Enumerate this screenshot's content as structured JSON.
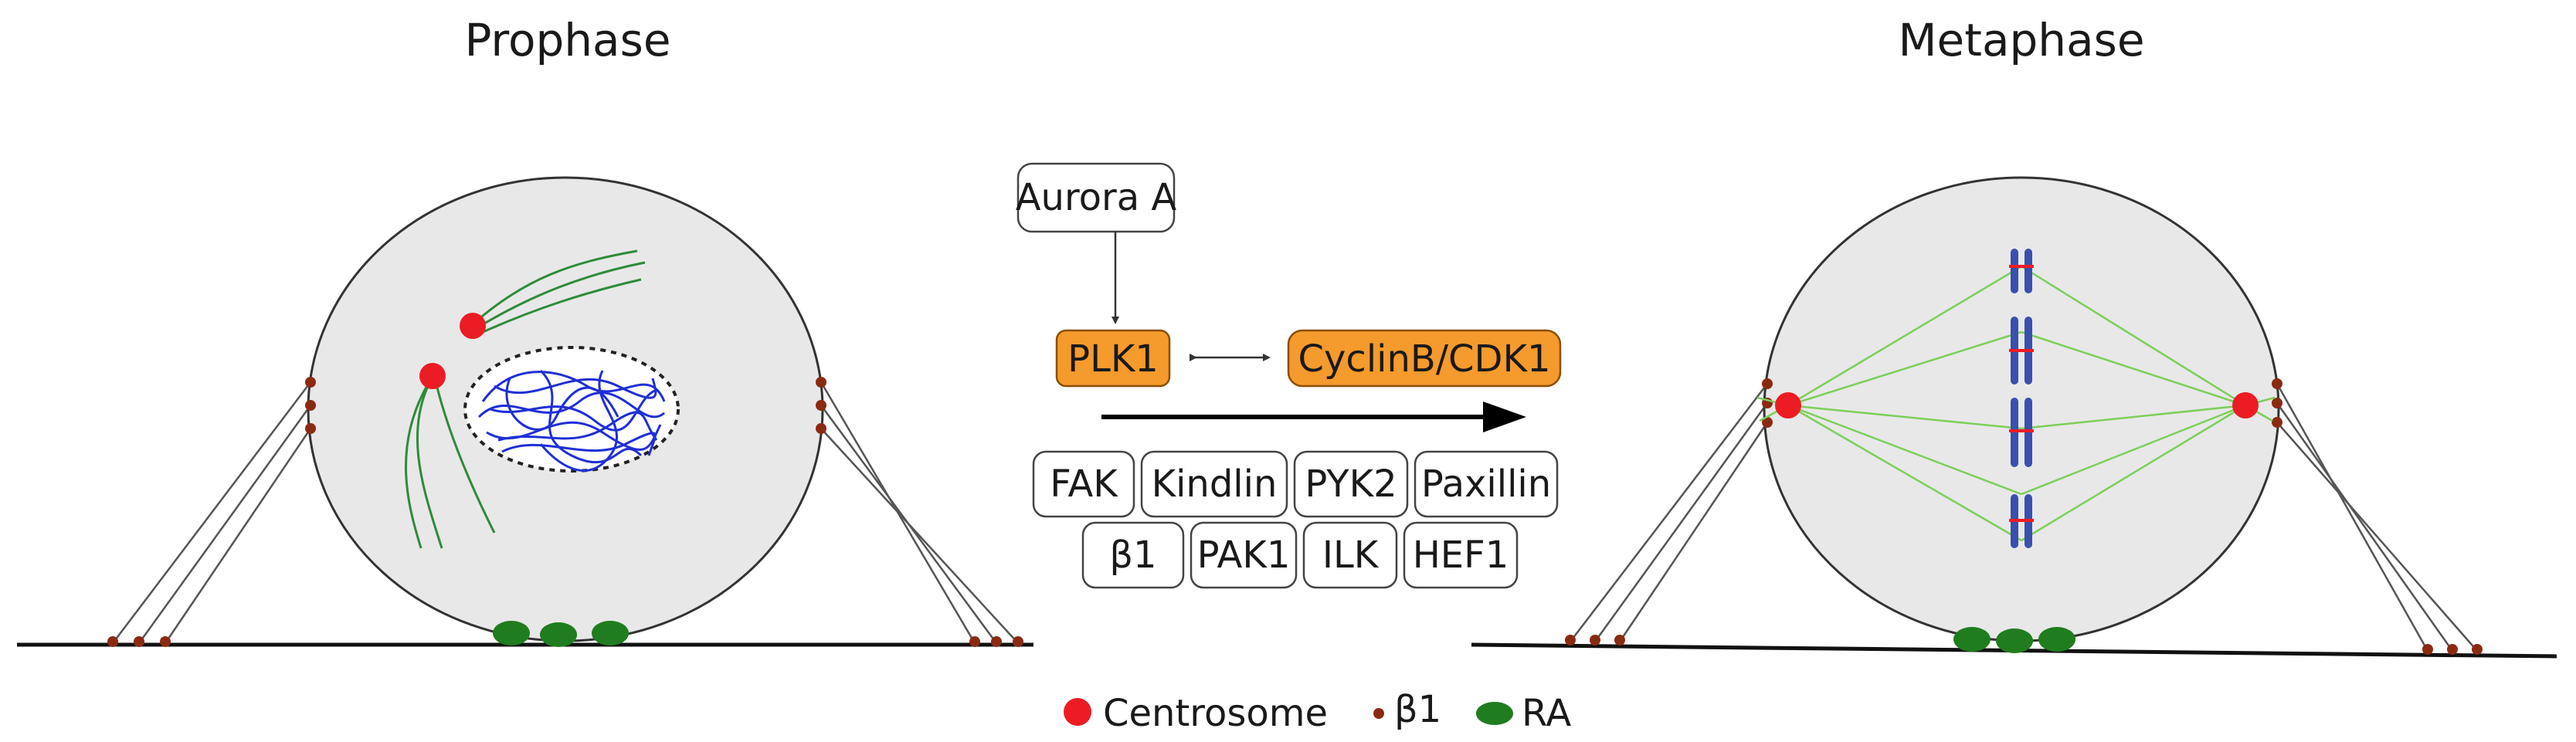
{
  "panels": {
    "left_title": "Prophase",
    "right_title": "Metaphase"
  },
  "pathway": {
    "upstream": "Aurora A",
    "kinase": "PLK1",
    "partner": "CyclinB/CDK1",
    "targets_row1": [
      "FAK",
      "Kindlin",
      "PYK2",
      "Paxillin"
    ],
    "targets_row2": [
      "β1",
      "PAK1",
      "ILK",
      "HEF1"
    ]
  },
  "legend": {
    "centrosome": "Centrosome",
    "beta1": "β1",
    "ra": "RA"
  },
  "colors": {
    "cell_fill": "#e8e8e8",
    "centrosome": "#ec1c24",
    "beta1": "#8b2a12",
    "ra": "#1f7d1f",
    "microtubule": "#2e8b3a",
    "spindle": "#7ccf5a",
    "chromatin": "#1f2fd6",
    "chromosome": "#3a4fb0",
    "kinase_box": "#f59a2c"
  }
}
